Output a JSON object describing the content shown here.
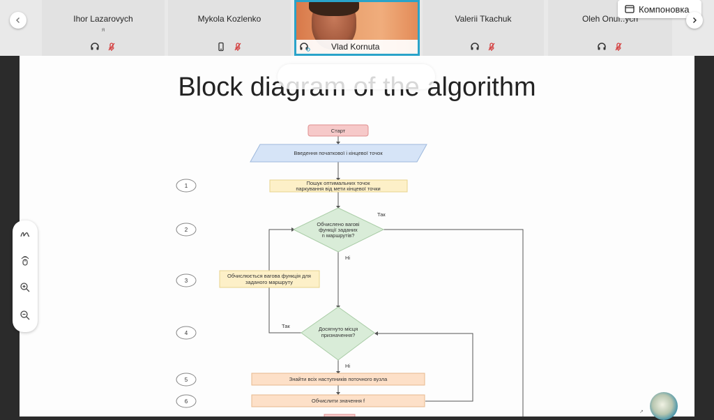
{
  "participants": [
    {
      "name": "Ihor Lazarovych",
      "sub": "я"
    },
    {
      "name": "Mykola Kozlenko",
      "sub": ""
    },
    {
      "name": "Valerii Tkachuk",
      "sub": ""
    },
    {
      "name": "Oleh Onuf..ych",
      "sub": ""
    }
  ],
  "active_speaker": {
    "name": "Vlad Kornuta"
  },
  "layout_button": {
    "label": "Компоновка"
  },
  "slide": {
    "title": "Block diagram of the algorithm",
    "flow": {
      "start": "Старт",
      "input": "Введення початкової і кінцевої точок",
      "step1_line1": "Пошук оптимальних точок",
      "step1_line2": "паркування від мети кінцевої точки",
      "decision1_line1": "Обчислено вагові",
      "decision1_line2": "функції заданих",
      "decision1_line3": "n маршрутів?",
      "yes1": "Так",
      "no1": "Ні",
      "step3_line1": "Обчислюється вагова функція для",
      "step3_line2": "заданого маршруту",
      "decision2_line1": "Досягнуто місця",
      "decision2_line2": "призначення?",
      "yes2": "Так",
      "no2": "Ні",
      "step5": "Знайти всіх наступників поточного вузла",
      "step6": "Обчислити значення f",
      "step_numbers": [
        "1",
        "2",
        "3",
        "4",
        "5",
        "6"
      ]
    }
  }
}
